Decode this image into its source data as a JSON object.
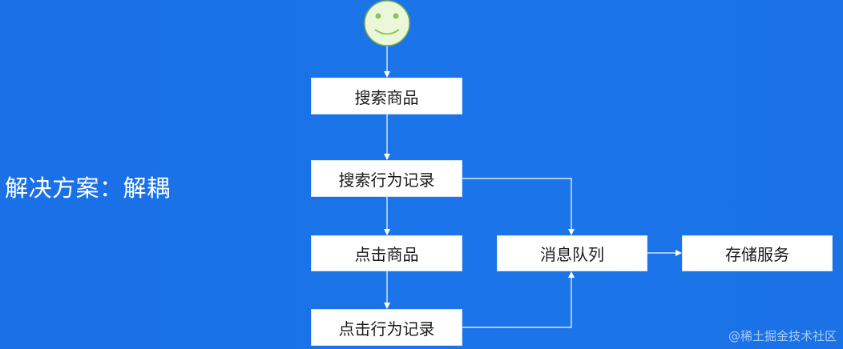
{
  "diagram": {
    "side_label": "解决方案：解耦",
    "nodes": {
      "search": "搜索商品",
      "search_log": "搜索行为记录",
      "click": "点击商品",
      "click_log": "点击行为记录",
      "message_queue": "消息队列",
      "storage": "存储服务"
    },
    "start_icon": "smiley-face-icon",
    "colors": {
      "background": "#1a72e6",
      "node_fill": "#ffffff",
      "arrow": "#ffffff",
      "smiley_fill": "#eaf7d8",
      "smiley_stroke": "#7fb04a"
    }
  },
  "watermark": "@稀土掘金技术社区"
}
